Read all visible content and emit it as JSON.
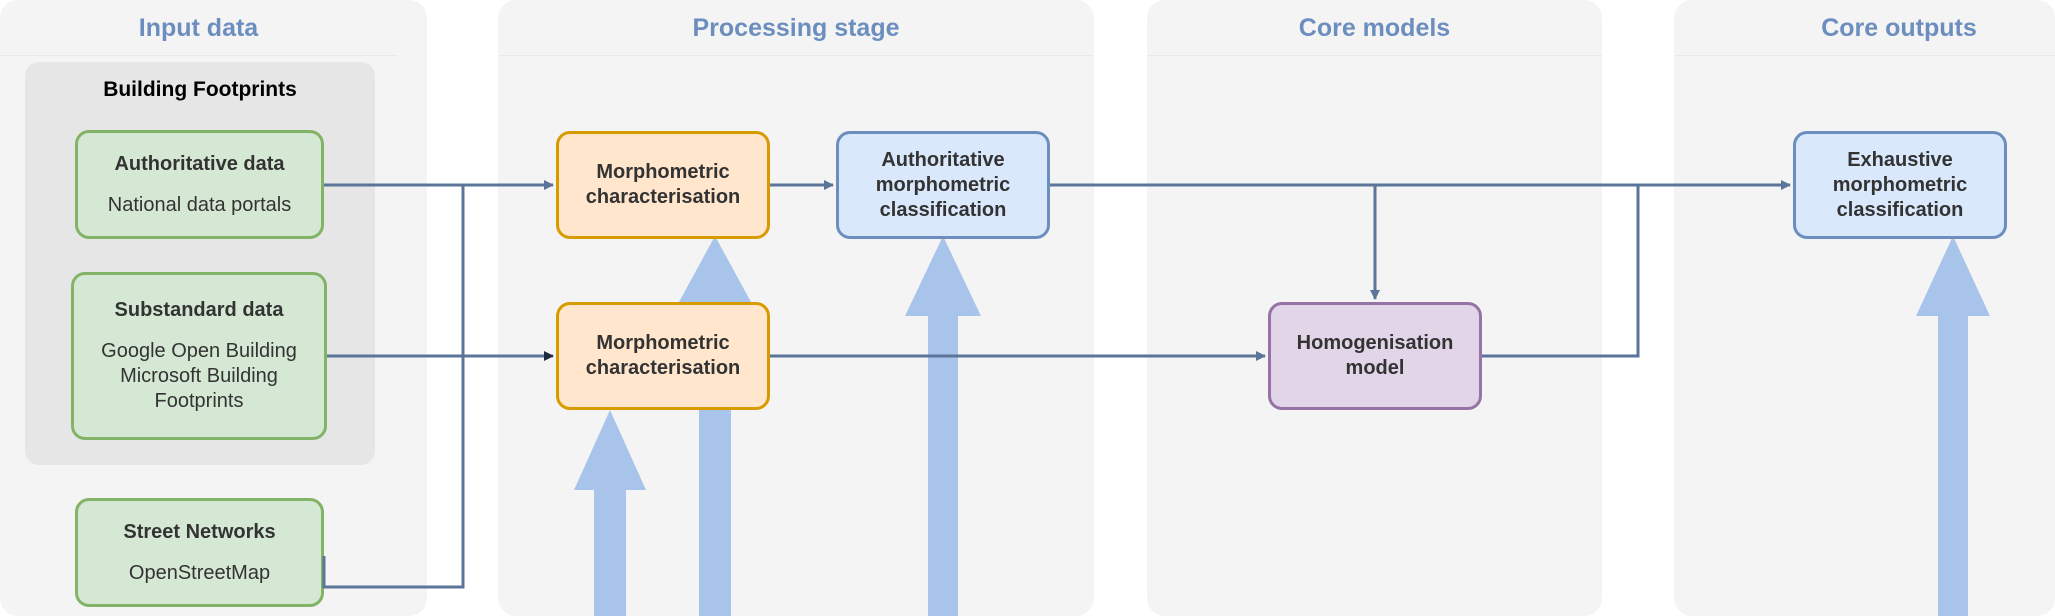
{
  "lanes": {
    "input": "Input data",
    "processing": "Processing stage",
    "core_models": "Core models",
    "core_outputs": "Core outputs"
  },
  "building_footprints": {
    "title": "Building Footprints",
    "authoritative": {
      "title": "Authoritative data",
      "source": "National data portals"
    },
    "substandard": {
      "title": "Substandard data",
      "source": "Google Open Building\nMicrosoft Building\nFootprints"
    }
  },
  "street_networks": {
    "title": "Street Networks",
    "source": "OpenStreetMap"
  },
  "processing": {
    "morph_top": "Morphometric\ncharacterisation",
    "morph_bottom": "Morphometric\ncharacterisation",
    "auth_classification": "Authoritative\nmorphometric\nclassification"
  },
  "core_models": {
    "homogenisation": "Homogenisation\nmodel"
  },
  "core_outputs": {
    "exhaustive": "Exhaustive\nmorphometric\nclassification"
  },
  "colors": {
    "connector": "#5a7599",
    "big_arrow": "#a9c4eb",
    "lane_title": "#6c8ebf"
  }
}
